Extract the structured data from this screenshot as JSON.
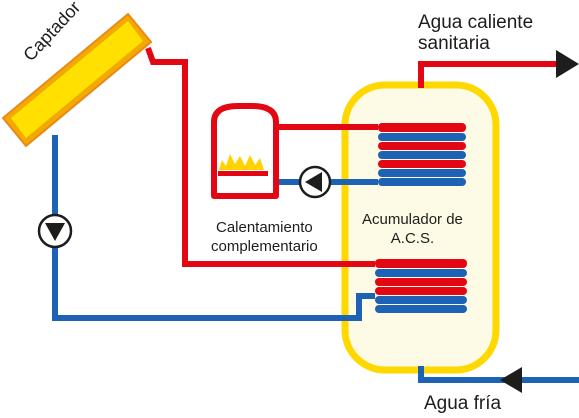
{
  "labels": {
    "collector": "Captador",
    "hot_water_line1": "Agua caliente",
    "hot_water_line2": "sanitaria",
    "cold_water": "Agua fría",
    "heater_line1": "Calentamiento",
    "heater_line2": "complementario",
    "tank_line1": "Acumulador de",
    "tank_line2": "A.C.S."
  },
  "colors": {
    "hot_pipe": "#e30613",
    "cold_pipe": "#1d62b5",
    "collector_frame": "#f2a900",
    "collector_panel": "#ffe000",
    "tank_outline": "#ffd800",
    "tank_fill": "#fdfbe6",
    "flame": "#ffd200",
    "pump_arrow": "#1d1d1b"
  },
  "icons": {
    "pump": "pump-icon",
    "flow_arrow": "arrow-icon",
    "flame": "flame-icon",
    "coil": "heat-exchanger-coil"
  }
}
